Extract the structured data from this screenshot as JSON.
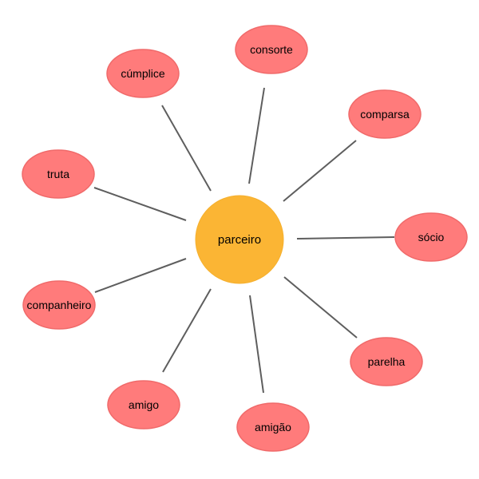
{
  "diagram": {
    "type": "word-map",
    "center": {
      "label": "parceiro",
      "fill": "#FBB534"
    },
    "nodes": [
      {
        "id": "consorte",
        "label": "consorte"
      },
      {
        "id": "comparsa",
        "label": "comparsa"
      },
      {
        "id": "socio",
        "label": "sócio"
      },
      {
        "id": "parelha",
        "label": "parelha"
      },
      {
        "id": "amigao",
        "label": "amigão"
      },
      {
        "id": "amigo",
        "label": "amigo"
      },
      {
        "id": "companheiro",
        "label": "companheiro"
      },
      {
        "id": "truta",
        "label": "truta"
      },
      {
        "id": "cumplice",
        "label": "cúmplice"
      }
    ],
    "colors": {
      "node_fill": "#FF7B7B",
      "node_stroke": "#F06A6A",
      "center_fill": "#FBB534",
      "center_stroke": "#F5B02E",
      "connector": "#5E5E5E",
      "background": "#FFFFFF"
    }
  }
}
